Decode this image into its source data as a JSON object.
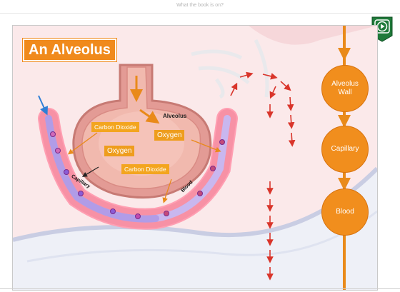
{
  "header": {
    "title": "What the book is on?"
  },
  "slide": {
    "title": "An Alveolus",
    "labels": {
      "alveolus": "Alveolus",
      "carbon_dioxide_1": "Carbon Dioxide",
      "oxygen_1": "Oxygen",
      "oxygen_2": "Oxygen",
      "carbon_dioxide_2": "Carbon Dioxide",
      "capillary": "Capillary",
      "blood": "Blood"
    },
    "flow": {
      "nodes": [
        "Alveolus\nWall",
        "Capillary",
        "Blood"
      ]
    }
  },
  "colors": {
    "accent_orange": "#f18e1d",
    "arrow_red": "#d9352b",
    "arrow_blue": "#2f7fd6",
    "badge_green": "#1f7a3a"
  },
  "icons": {
    "play_badge": "play-icon"
  }
}
